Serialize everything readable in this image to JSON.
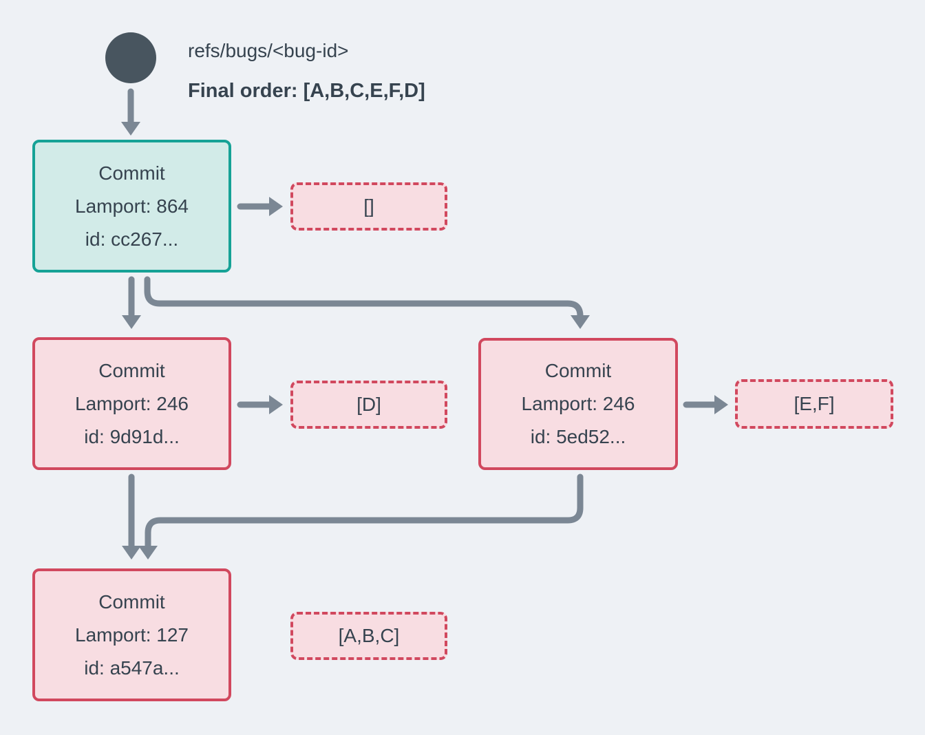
{
  "colors": {
    "background": "#eef1f5",
    "text": "#36434f",
    "arrow": "#7b8794",
    "head_circle": "#48555f",
    "teal_border": "#16a296",
    "teal_fill": "#d2ebe8",
    "red_border": "#d1485e",
    "pink_fill": "#f8dde2"
  },
  "header": {
    "ref_label": "refs/bugs/<bug-id>",
    "final_order_label": "Final order: [A,B,C,E,F,D]"
  },
  "commits": [
    {
      "title": "Commit",
      "lamport": "Lamport: 864",
      "id": "id: cc267...",
      "payload": "[]",
      "variant": "teal"
    },
    {
      "title": "Commit",
      "lamport": "Lamport: 246",
      "id": "id: 9d91d...",
      "payload": "[D]",
      "variant": "pink"
    },
    {
      "title": "Commit",
      "lamport": "Lamport: 246",
      "id": "id: 5ed52...",
      "payload": "[E,F]",
      "variant": "pink"
    },
    {
      "title": "Commit",
      "lamport": "Lamport: 127",
      "id": "id: a547a...",
      "payload": "[A,B,C]",
      "variant": "pink"
    }
  ]
}
